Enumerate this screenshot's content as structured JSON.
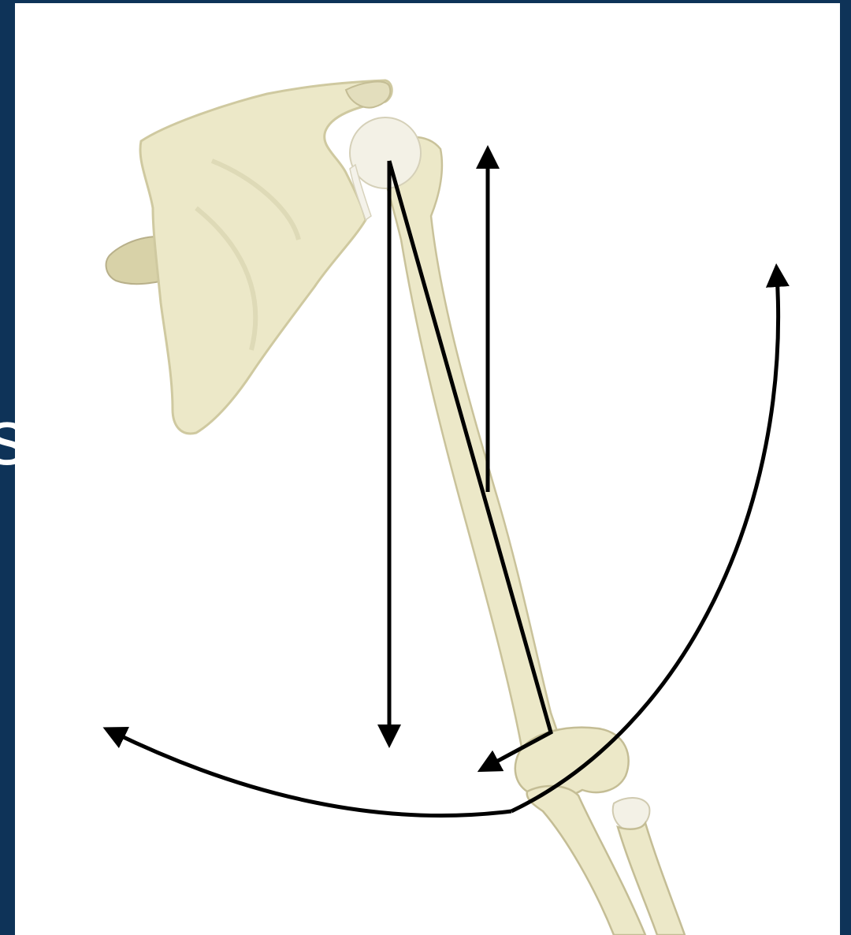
{
  "slide": {
    "edge_text": "s",
    "background_color": "#0e3358",
    "panel_color": "#ffffff"
  },
  "figure": {
    "bone_color": "#ece8c8",
    "bone_shadow_color": "#cfc9a0",
    "arrow_color": "#000000",
    "structures": [
      "scapula",
      "clavicle",
      "humerus",
      "humeral-head",
      "ulna",
      "radius",
      "elbow-joint"
    ],
    "arrows": [
      "vertical-down-arrow",
      "vertical-up-arrow",
      "diagonal-humerus-arrow",
      "upper-right-arc-arrow",
      "lower-left-arc-arrow"
    ]
  }
}
